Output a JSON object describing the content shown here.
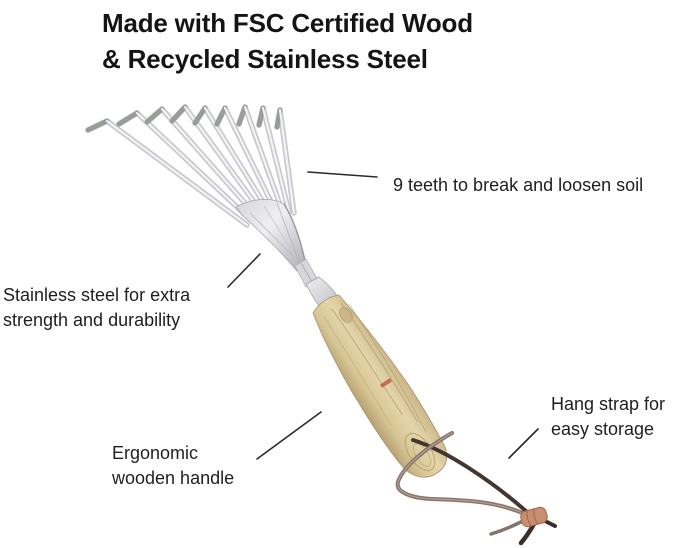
{
  "title": {
    "line1": "Made with FSC Certified Wood",
    "line2": "& Recycled Stainless Steel"
  },
  "annotations": {
    "teeth": {
      "text": "9 teeth to break and loosen soil"
    },
    "steel": {
      "line1": "Stainless steel for extra",
      "line2": "strength and durability"
    },
    "handle": {
      "line1": "Ergonomic",
      "line2": "wooden handle"
    },
    "strap": {
      "line1": "Hang strap for",
      "line2": "easy storage"
    }
  },
  "product": {
    "depicted": "hand-rake-with-9-steel-tines-and-wooden-handle",
    "colors": {
      "background": "#ffffff",
      "text": "#1c1c1c",
      "callout_line": "#2a2a2a",
      "steel_light": "#f3f3f6",
      "steel_mid": "#c8c8cd",
      "steel_dark": "#a9a9ad",
      "wood": "#d8c696",
      "wood_dark": "#bda873",
      "strap_dark": "#43362f",
      "strap_light": "#84746c",
      "knot": "#c98e72",
      "stamp_red": "#b5452c"
    }
  }
}
